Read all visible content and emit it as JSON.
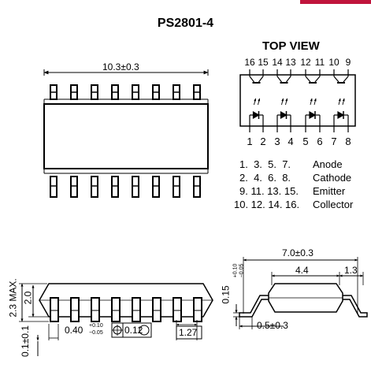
{
  "title": "PS2801-4",
  "top_view": {
    "heading": "TOP VIEW",
    "pins_top": [
      "16",
      "15",
      "14",
      "13",
      "12",
      "11",
      "10",
      "9"
    ],
    "pins_bottom": [
      "1",
      "2",
      "3",
      "4",
      "5",
      "6",
      "7",
      "8"
    ]
  },
  "legend": {
    "anode_pins": "1.  3.  5.  7.",
    "anode_label": "Anode",
    "cathode_pins": "2.  4.  6.  8.",
    "cathode_label": "Cathode",
    "emitter_pins": "9. 11. 13. 15.",
    "emitter_label": "Emitter",
    "collector_pins": "10. 12. 14. 16.",
    "collector_label": "Collector"
  },
  "dimensions": {
    "body_length": "10.3±0.3",
    "height_max": "2.3 MAX.",
    "body_height": "2.0",
    "standoff": "0.1±0.1",
    "lead_width": "0.40",
    "lead_width_tol_plus": "+0.10",
    "lead_width_tol_minus": "−0.05",
    "position_tol": "0.12",
    "pitch": "1.27",
    "overall_width": "7.0±0.3",
    "body_width": "4.4",
    "lead_length": "1.3",
    "lead_thickness": "0.15",
    "lead_thickness_tol_plus": "+0.10",
    "lead_thickness_tol_minus": "−0.05",
    "foot_length": "0.5±0.3"
  },
  "colors": {
    "accent": "#c0143c",
    "line": "#000000",
    "background": "#ffffff"
  }
}
